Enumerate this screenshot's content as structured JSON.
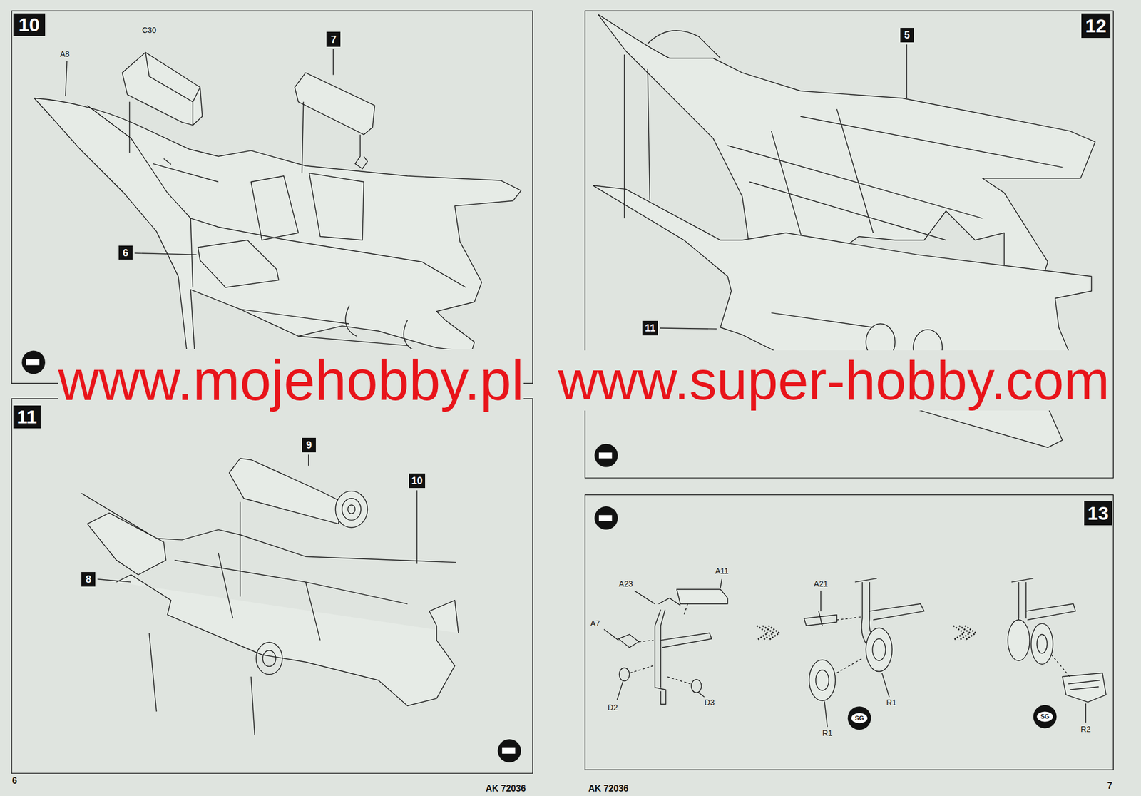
{
  "diagram": {
    "nodes": [
      {
        "text": [
          "10"
        ]
      },
      {
        "text": [
          "7"
        ]
      },
      {
        "text": [
          "6"
        ]
      },
      {
        "text": [
          "11"
        ]
      },
      {
        "text": [
          "9"
        ]
      },
      {
        "text": [
          "10"
        ]
      },
      {
        "text": [
          "8"
        ]
      },
      {
        "text": [
          "12"
        ]
      },
      {
        "text": [
          "5"
        ]
      },
      {
        "text": [
          "11"
        ]
      },
      {
        "text": [
          "13"
        ]
      }
    ],
    "labels": [
      "C30",
      "A8",
      "www.mojehobby.pl",
      "www.super-hobby.com",
      "A23",
      "A11",
      "A21",
      "A7",
      "D3",
      "D2",
      "R1",
      "SG",
      "SG",
      "R1",
      "R2",
      "6",
      "AK 72036",
      "AK 72036",
      "7"
    ]
  }
}
